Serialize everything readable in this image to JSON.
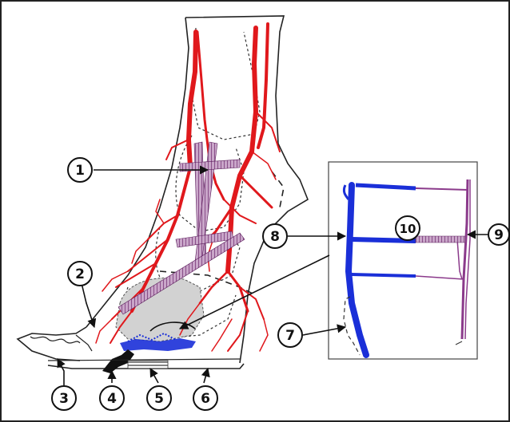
{
  "colors": {
    "artery": "#e0181c",
    "vein": "#1a2fd8",
    "capillary_purple": "#8b3a8b",
    "outline": "#222222",
    "shade": "#cfcfcf"
  },
  "callouts": [
    {
      "id": "1",
      "label": "1"
    },
    {
      "id": "2",
      "label": "2"
    },
    {
      "id": "3",
      "label": "3"
    },
    {
      "id": "4",
      "label": "4"
    },
    {
      "id": "5",
      "label": "5"
    },
    {
      "id": "6",
      "label": "6"
    },
    {
      "id": "7",
      "label": "7"
    },
    {
      "id": "8",
      "label": "8"
    },
    {
      "id": "9",
      "label": "9"
    },
    {
      "id": "10",
      "label": "10"
    }
  ]
}
